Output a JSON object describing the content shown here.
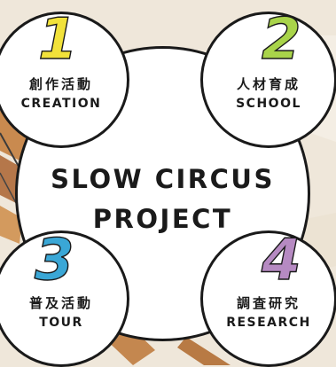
{
  "center": {
    "line1": "SLOW CIRCUS",
    "line2": "PROJECT"
  },
  "items": [
    {
      "number": "1",
      "jp": "創作活動",
      "en": "CREATION",
      "color": "#f2e23a"
    },
    {
      "number": "2",
      "jp": "人材育成",
      "en": "SCHOOL",
      "color": "#a9d44a"
    },
    {
      "number": "3",
      "jp": "普及活動",
      "en": "TOUR",
      "color": "#3aa7d6"
    },
    {
      "number": "4",
      "jp": "調査研究",
      "en": "RESEARCH",
      "color": "#b68ac2"
    }
  ],
  "colors": {
    "outline": "#1a1a1a",
    "background": "#efe7da"
  }
}
